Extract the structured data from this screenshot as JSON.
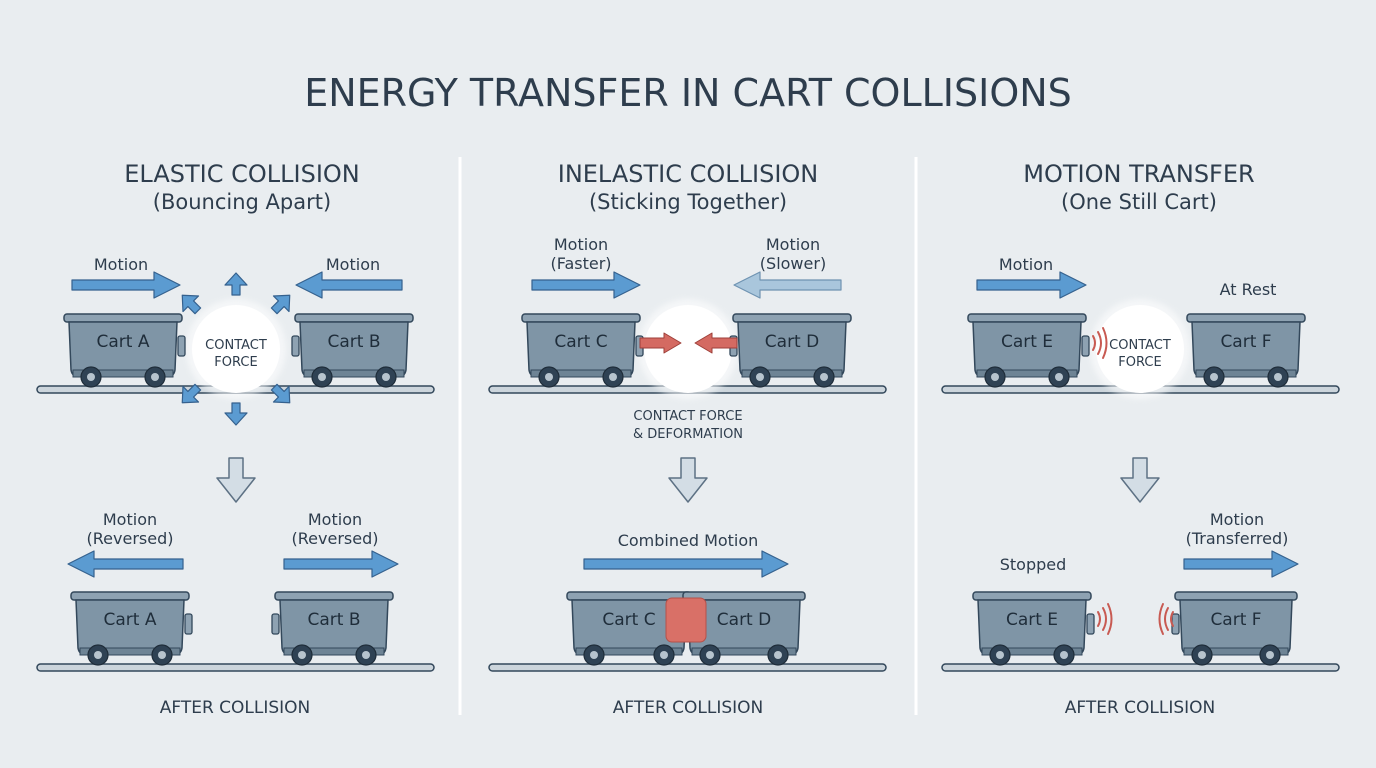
{
  "title": "ENERGY TRANSFER IN CART COLLISIONS",
  "colors": {
    "background": "#e9edf0",
    "cart_fill": "#7f95a6",
    "cart_stroke": "#33485b",
    "arrow_blue": "#5b9bd1",
    "arrow_outline": "#35618e",
    "arrow_light": "#a9c6dc",
    "contact_red": "#d46a62",
    "text": "#2e3d4d"
  },
  "panels": [
    {
      "heading": "ELASTIC COLLISION",
      "subheading": "(Bouncing Apart)",
      "before": {
        "left_motion": "Motion",
        "right_motion": "Motion",
        "left_cart": "Cart A",
        "right_cart": "Cart B",
        "contact_line1": "CONTACT",
        "contact_line2": "FORCE"
      },
      "after": {
        "left_motion_line1": "Motion",
        "left_motion_line2": "(Reversed)",
        "right_motion_line1": "Motion",
        "right_motion_line2": "(Reversed)",
        "left_cart": "Cart A",
        "right_cart": "Cart B"
      },
      "footer": "AFTER COLLISION"
    },
    {
      "heading": "INELASTIC COLLISION",
      "subheading": "(Sticking Together)",
      "before": {
        "left_motion_line1": "Motion",
        "left_motion_line2": "(Faster)",
        "right_motion_line1": "Motion",
        "right_motion_line2": "(Slower)",
        "left_cart": "Cart C",
        "right_cart": "Cart D",
        "contact_line1": "CONTACT FORCE",
        "contact_line2": "& DEFORMATION"
      },
      "after": {
        "combined_motion": "Combined Motion",
        "left_cart": "Cart C",
        "right_cart": "Cart D"
      },
      "footer": "AFTER COLLISION"
    },
    {
      "heading": "MOTION TRANSFER",
      "subheading": "(One Still Cart)",
      "before": {
        "left_motion": "Motion",
        "right_state": "At Rest",
        "left_cart": "Cart E",
        "right_cart": "Cart F",
        "contact_line1": "CONTACT",
        "contact_line2": "FORCE"
      },
      "after": {
        "left_state": "Stopped",
        "right_motion_line1": "Motion",
        "right_motion_line2": "(Transferred)",
        "left_cart": "Cart E",
        "right_cart": "Cart F"
      },
      "footer": "AFTER COLLISION"
    }
  ]
}
